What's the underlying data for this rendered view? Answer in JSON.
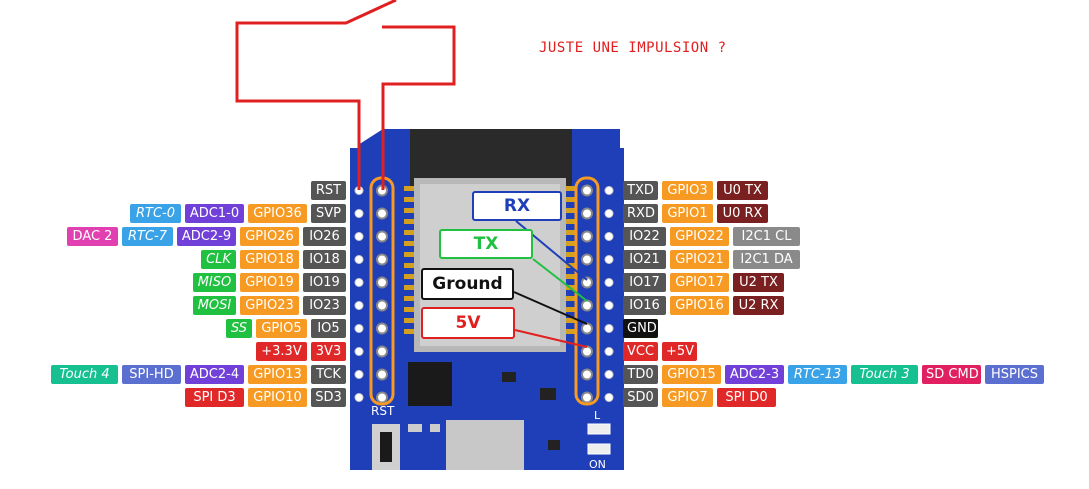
{
  "note": "JUSTE UNE IMPULSION ?",
  "board": {
    "rst_label": "RST",
    "led_label": "L",
    "on_label": "ON"
  },
  "colors": {
    "board_blue": "#1f3fb8",
    "gray": "#555555",
    "orange": "#f79a24",
    "purple": "#7040d8",
    "cyan": "#3aa3e8",
    "pink": "#e040b0",
    "green": "#20c040",
    "red": "#e02828",
    "maroon": "#7a2020",
    "teal": "#16c090",
    "slate": "#5a6fd0",
    "lightgray": "#8a8a8a",
    "black": "#111111",
    "crimson": "#e02060",
    "wire": "#e02020"
  },
  "left_rows": [
    {
      "labels": [
        {
          "text": "RST",
          "color": "gray"
        }
      ]
    },
    {
      "labels": [
        {
          "text": "RTC-0",
          "color": "cyan"
        },
        {
          "text": "ADC1-0",
          "color": "purple"
        },
        {
          "text": "GPIO36",
          "color": "orange"
        },
        {
          "text": "SVP",
          "color": "gray"
        }
      ]
    },
    {
      "labels": [
        {
          "text": "DAC 2",
          "color": "pink"
        },
        {
          "text": "RTC-7",
          "color": "cyan"
        },
        {
          "text": "ADC2-9",
          "color": "purple"
        },
        {
          "text": "GPIO26",
          "color": "orange"
        },
        {
          "text": "IO26",
          "color": "gray"
        }
      ]
    },
    {
      "labels": [
        {
          "text": "CLK",
          "color": "green"
        },
        {
          "text": "GPIO18",
          "color": "orange"
        },
        {
          "text": "IO18",
          "color": "gray"
        }
      ]
    },
    {
      "labels": [
        {
          "text": "MISO",
          "color": "green"
        },
        {
          "text": "GPIO19",
          "color": "orange"
        },
        {
          "text": "IO19",
          "color": "gray"
        }
      ]
    },
    {
      "labels": [
        {
          "text": "MOSI",
          "color": "green"
        },
        {
          "text": "GPIO23",
          "color": "orange"
        },
        {
          "text": "IO23",
          "color": "gray"
        }
      ]
    },
    {
      "labels": [
        {
          "text": "SS",
          "color": "green"
        },
        {
          "text": "GPIO5",
          "color": "orange"
        },
        {
          "text": "IO5",
          "color": "gray"
        }
      ]
    },
    {
      "labels": [
        {
          "text": "+3.3V",
          "color": "red"
        },
        {
          "text": "3V3",
          "color": "red"
        }
      ]
    },
    {
      "labels": [
        {
          "text": "Touch 4",
          "color": "teal"
        },
        {
          "text": "SPI-HD",
          "color": "slate"
        },
        {
          "text": "ADC2-4",
          "color": "purple"
        },
        {
          "text": "GPIO13",
          "color": "orange"
        },
        {
          "text": "TCK",
          "color": "gray"
        }
      ]
    },
    {
      "labels": [
        {
          "text": "SPI D3",
          "color": "red"
        },
        {
          "text": "GPIO10",
          "color": "orange"
        },
        {
          "text": "SD3",
          "color": "gray"
        }
      ]
    }
  ],
  "right_rows": [
    {
      "labels": [
        {
          "text": "TXD",
          "color": "gray"
        },
        {
          "text": "GPIO3",
          "color": "orange"
        },
        {
          "text": "U0 TX",
          "color": "maroon"
        }
      ]
    },
    {
      "labels": [
        {
          "text": "RXD",
          "color": "gray"
        },
        {
          "text": "GPIO1",
          "color": "orange"
        },
        {
          "text": "U0 RX",
          "color": "maroon"
        }
      ]
    },
    {
      "labels": [
        {
          "text": "IO22",
          "color": "gray"
        },
        {
          "text": "GPIO22",
          "color": "orange"
        },
        {
          "text": "I2C1 CL",
          "color": "lightgray"
        }
      ]
    },
    {
      "labels": [
        {
          "text": "IO21",
          "color": "gray"
        },
        {
          "text": "GPIO21",
          "color": "orange"
        },
        {
          "text": "I2C1 DA",
          "color": "lightgray"
        }
      ]
    },
    {
      "labels": [
        {
          "text": "IO17",
          "color": "gray"
        },
        {
          "text": "GPIO17",
          "color": "orange"
        },
        {
          "text": "U2 TX",
          "color": "maroon"
        }
      ]
    },
    {
      "labels": [
        {
          "text": "IO16",
          "color": "gray"
        },
        {
          "text": "GPIO16",
          "color": "orange"
        },
        {
          "text": "U2 RX",
          "color": "maroon"
        }
      ]
    },
    {
      "labels": [
        {
          "text": "GND",
          "color": "black"
        }
      ]
    },
    {
      "labels": [
        {
          "text": "VCC",
          "color": "red"
        },
        {
          "text": "+5V",
          "color": "red"
        }
      ]
    },
    {
      "labels": [
        {
          "text": "TD0",
          "color": "gray"
        },
        {
          "text": "GPIO15",
          "color": "orange"
        },
        {
          "text": "ADC2-3",
          "color": "purple"
        },
        {
          "text": "RTC-13",
          "color": "cyan"
        },
        {
          "text": "Touch 3",
          "color": "teal"
        },
        {
          "text": "SD CMD",
          "color": "crimson"
        },
        {
          "text": "HSPICS",
          "color": "slate"
        }
      ]
    },
    {
      "labels": [
        {
          "text": "SD0",
          "color": "gray"
        },
        {
          "text": "GPIO7",
          "color": "orange"
        },
        {
          "text": "SPI D0",
          "color": "red"
        }
      ]
    }
  ],
  "callouts": [
    {
      "text": "RX",
      "color": "#1f3fb8"
    },
    {
      "text": "TX",
      "color": "#20c040"
    },
    {
      "text": "Ground",
      "color": "#111111"
    },
    {
      "text": "5V",
      "color": "#e02020"
    }
  ]
}
